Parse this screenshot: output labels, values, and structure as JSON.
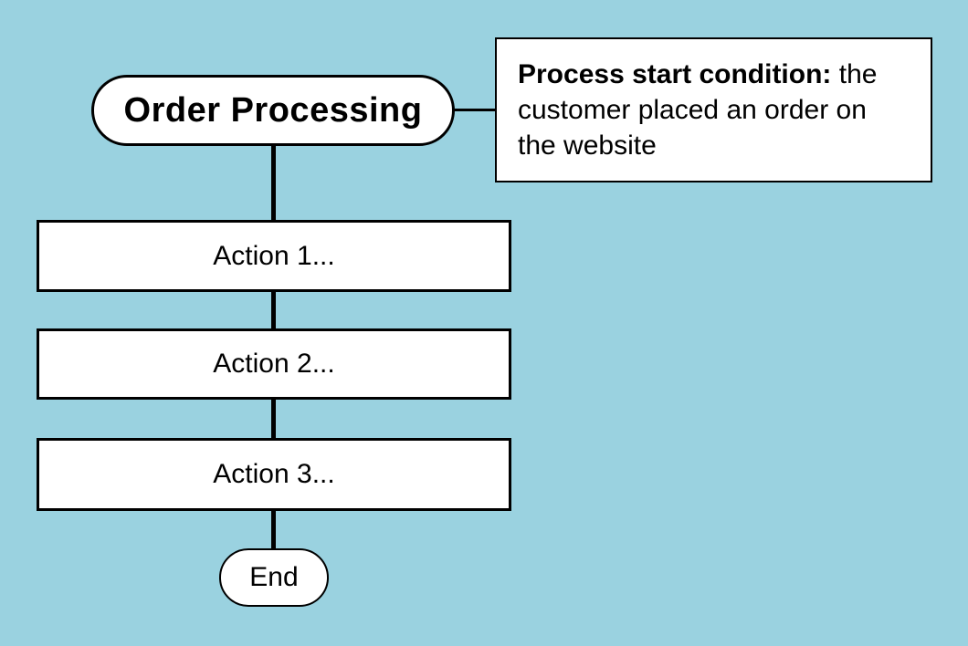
{
  "flowchart": {
    "start_node": {
      "label": "Order Processing"
    },
    "note": {
      "title": "Process start condition:",
      "body": "the customer placed an order on the website"
    },
    "actions": [
      {
        "label": "Action 1..."
      },
      {
        "label": "Action 2..."
      },
      {
        "label": "Action 3..."
      }
    ],
    "end_node": {
      "label": "End"
    }
  },
  "colors": {
    "background": "#9AD2E0",
    "shape_fill": "#FFFFFF",
    "stroke": "#000000",
    "text": "#000000"
  }
}
